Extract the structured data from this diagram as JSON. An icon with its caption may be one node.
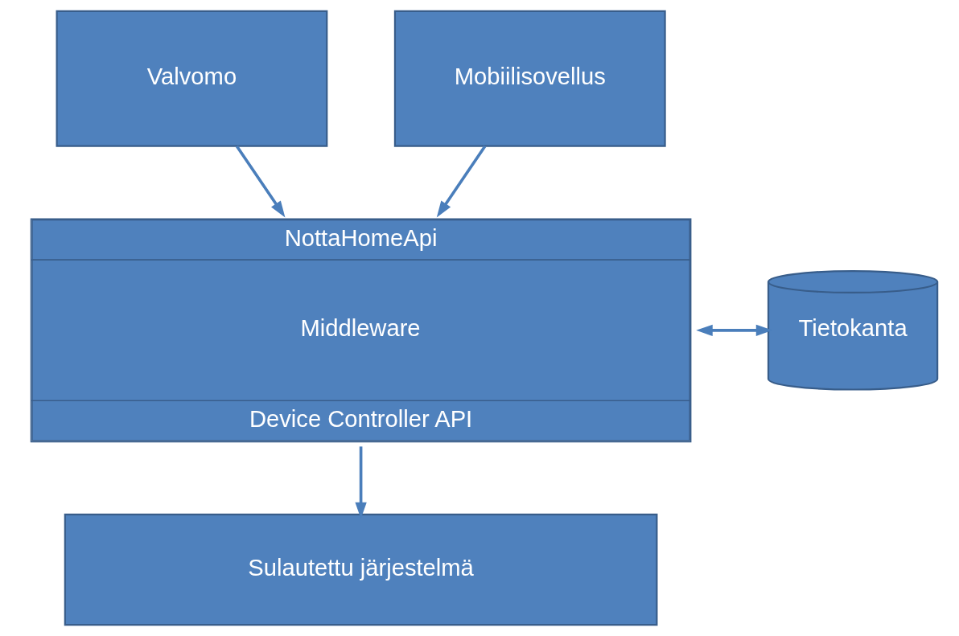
{
  "diagram": {
    "nodes": [
      {
        "text": [
          "Valvomo"
        ]
      },
      {
        "text": [
          "Mobiilisovellus"
        ]
      },
      {
        "text": [
          "NottaHomeApi",
          "Middleware",
          "Device Controller API"
        ]
      },
      {
        "text": [
          "Tietokanta"
        ]
      },
      {
        "text": [
          "Sulautettu järjestelmä"
        ]
      }
    ],
    "edges": [
      {
        "from": 0,
        "to": 2,
        "arrow": "to"
      },
      {
        "from": 1,
        "to": 2,
        "arrow": "to"
      },
      {
        "from": 2,
        "to": 3,
        "arrow": "both"
      },
      {
        "from": 2,
        "to": 4,
        "arrow": "to"
      }
    ]
  }
}
